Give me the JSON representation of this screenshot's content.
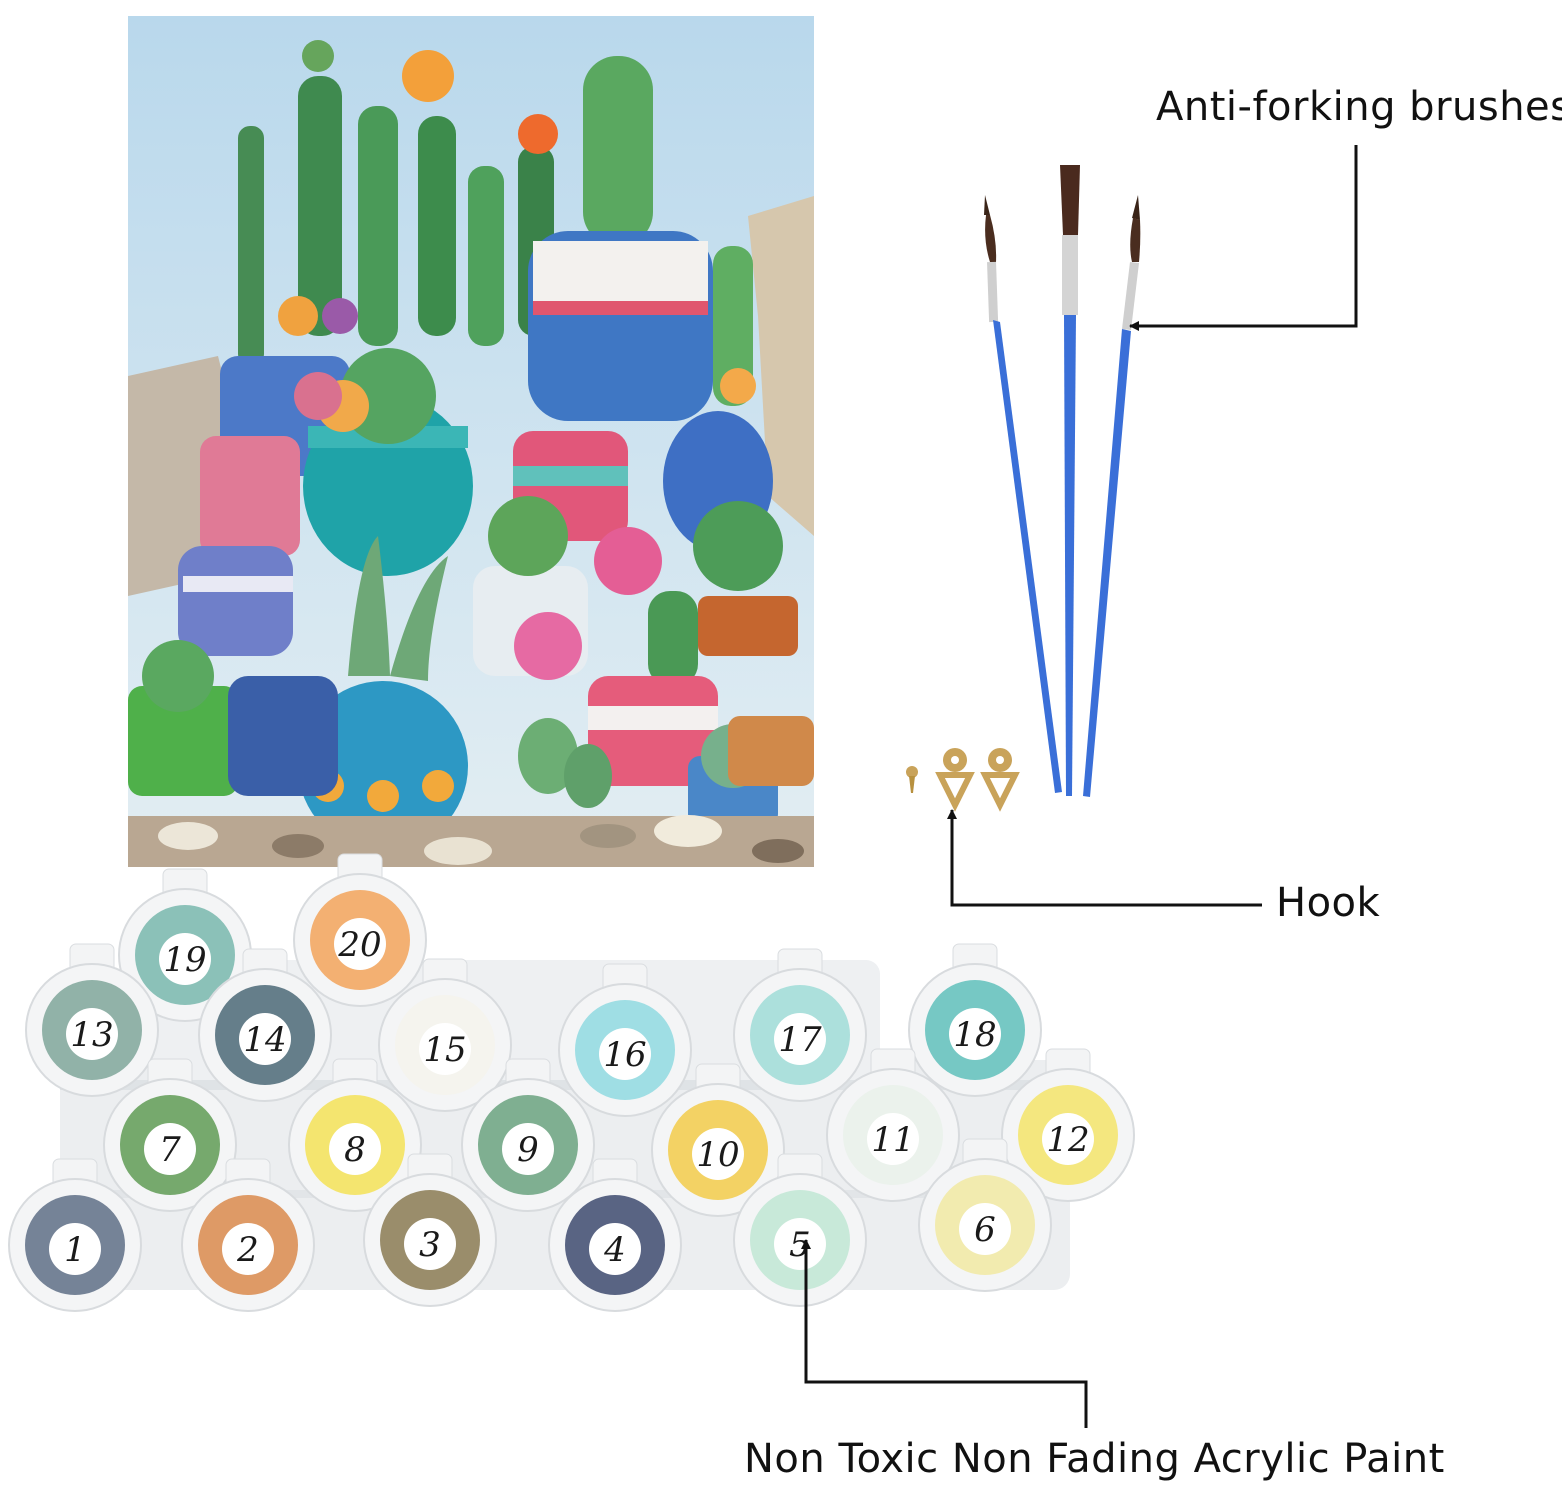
{
  "callouts": {
    "brushes": "Anti-forking brushes",
    "hook": "Hook",
    "paint": "Non Toxic Non Fading Acrylic Paint"
  },
  "paint_pots": [
    {
      "number": "1",
      "color": "#5e6f86"
    },
    {
      "number": "2",
      "color": "#d98a4c"
    },
    {
      "number": "3",
      "color": "#8a7a52"
    },
    {
      "number": "4",
      "color": "#3d4a6e"
    },
    {
      "number": "5",
      "color": "#bfe6d4"
    },
    {
      "number": "6",
      "color": "#f1e9a2"
    },
    {
      "number": "7",
      "color": "#5f9b55"
    },
    {
      "number": "8",
      "color": "#f3e257"
    },
    {
      "number": "9",
      "color": "#6aa27f"
    },
    {
      "number": "10",
      "color": "#f2cb4a"
    },
    {
      "number": "11",
      "color": "#e9f1ea"
    },
    {
      "number": "12",
      "color": "#f3e46a"
    },
    {
      "number": "13",
      "color": "#7fa69a"
    },
    {
      "number": "14",
      "color": "#4b6877"
    },
    {
      "number": "15",
      "color": "#f4f3ec"
    },
    {
      "number": "16",
      "color": "#8fd9e1"
    },
    {
      "number": "17",
      "color": "#9fdcd7"
    },
    {
      "number": "18",
      "color": "#5fc0bb"
    },
    {
      "number": "19",
      "color": "#78b7ad"
    },
    {
      "number": "20",
      "color": "#f2a35b"
    }
  ],
  "colors": {
    "brush_handle": "#3a6fd8",
    "ferrule": "#c9c9c9",
    "hook": "#c9a35a",
    "sky": "#a9cfe6",
    "arrow": "#111111"
  }
}
